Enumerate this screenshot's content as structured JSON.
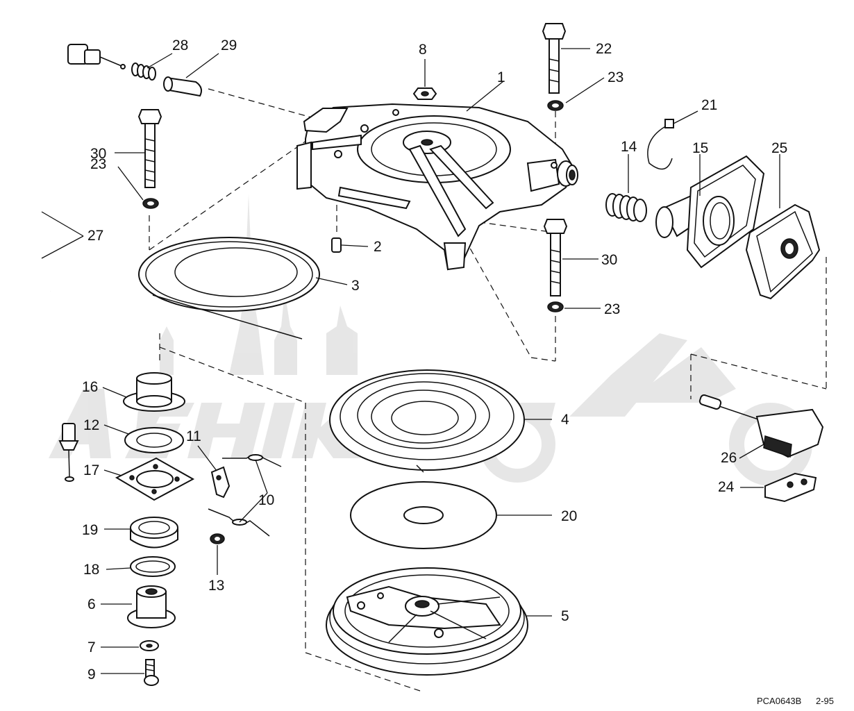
{
  "callouts": {
    "p1": "1",
    "p2": "2",
    "p3": "3",
    "p4": "4",
    "p5": "5",
    "p6": "6",
    "p7": "7",
    "p8": "8",
    "p9": "9",
    "p10": "10",
    "p11": "11",
    "p12": "12",
    "p13": "13",
    "p14": "14",
    "p15": "15",
    "p16": "16",
    "p17": "17",
    "p18": "18",
    "p19": "19",
    "p20": "20",
    "p21": "21",
    "p22": "22",
    "p23": "23",
    "p24": "24",
    "p25": "25",
    "p26": "26",
    "p27": "27",
    "p28": "28",
    "p29": "29",
    "p30": "30"
  },
  "footer": {
    "figure_code": "PCA0643B",
    "date_code": "2-95"
  }
}
